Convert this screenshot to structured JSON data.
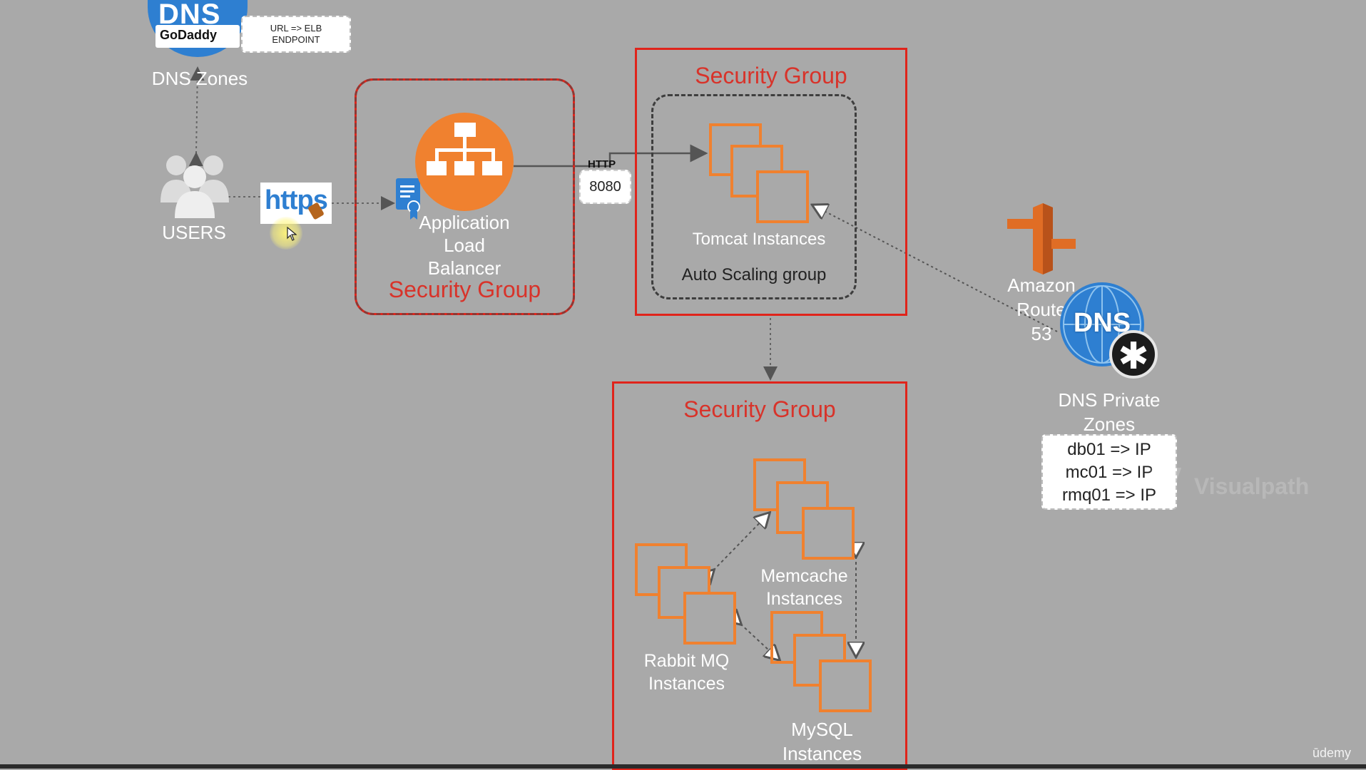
{
  "dns_zones": {
    "logo_text": "DNS",
    "godaddy_text": "GoDaddy",
    "label": "DNS Zones"
  },
  "url_note": {
    "line1": "URL => ELB",
    "line2": "ENDPOINT"
  },
  "users": {
    "label": "USERS"
  },
  "https_badge": {
    "text": "https"
  },
  "alb": {
    "label_lines": [
      "Application",
      "Load",
      "Balancer"
    ],
    "security_group": "Security Group"
  },
  "http_link": {
    "protocol": "HTTP",
    "port": "8080"
  },
  "tomcat": {
    "security_group": "Security Group",
    "instances_label": "Tomcat Instances",
    "asg_label": "Auto Scaling group"
  },
  "route53": {
    "label_lines": [
      "Amazon",
      "Route",
      "53"
    ]
  },
  "dns_private": {
    "logo_text": "DNS",
    "label_lines": [
      "DNS Private",
      "Zones"
    ],
    "records": [
      "db01 => IP",
      "mc01 => IP",
      "rmq01 => IP"
    ]
  },
  "backend": {
    "security_group": "Security Group",
    "memcache_lines": [
      "Memcache",
      "Instances"
    ],
    "rabbitmq_lines": [
      "Rabbit MQ",
      "Instances"
    ],
    "mysql_lines": [
      "MySQL",
      "Instances"
    ]
  },
  "watermark": {
    "text": "Visualpath"
  },
  "udemy": {
    "text": "ūdemy"
  },
  "colors": {
    "background": "#a9a9a9",
    "security_red": "#d8332a",
    "aws_orange": "#f0812f",
    "dns_blue": "#2e7fd1"
  }
}
